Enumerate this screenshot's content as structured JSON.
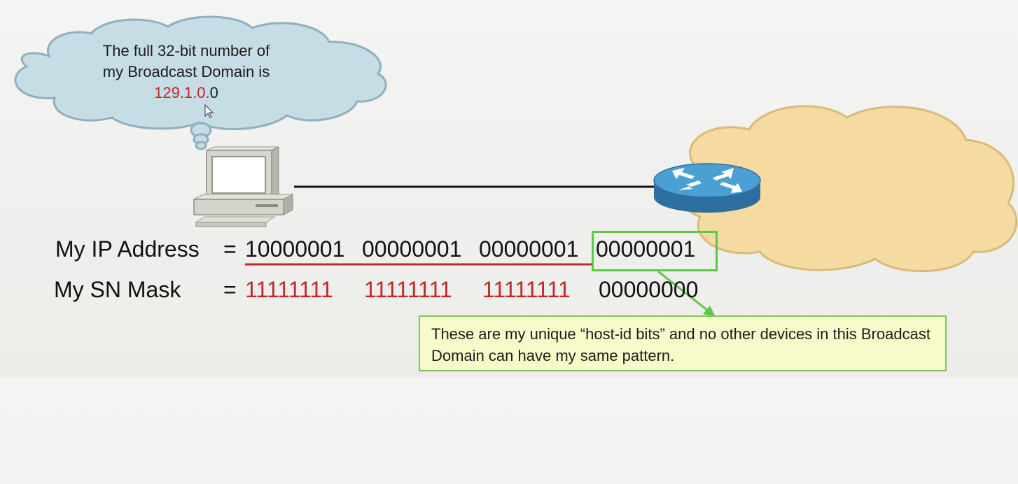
{
  "bubble": {
    "line1": "The full 32-bit number of",
    "line2": "my Broadcast Domain is",
    "network_red": "129.1.0.",
    "host_part": "0"
  },
  "ip_row": {
    "label": "My IP Address",
    "equals": "=",
    "octets": [
      "10000001",
      "00000001",
      "00000001",
      "00000001"
    ]
  },
  "mask_row": {
    "label": "My SN Mask",
    "equals": "=",
    "octets": [
      "11111111",
      "11111111",
      "11111111",
      "00000000"
    ]
  },
  "note": {
    "text": "These are my unique “host-id bits” and no other devices in this Broadcast Domain can have my same pattern."
  },
  "colors": {
    "network_red": "#c0282a",
    "highlight_green": "#5ec747",
    "cloud_fill": "#c6dde6",
    "internet_cloud_fill": "#f5dba1",
    "router_blue": "#3b8fc4",
    "note_fill": "#f7fbc9"
  },
  "icons": [
    "thought-cloud-icon",
    "computer-icon",
    "router-icon",
    "network-cloud-icon",
    "mouse-cursor-icon"
  ]
}
